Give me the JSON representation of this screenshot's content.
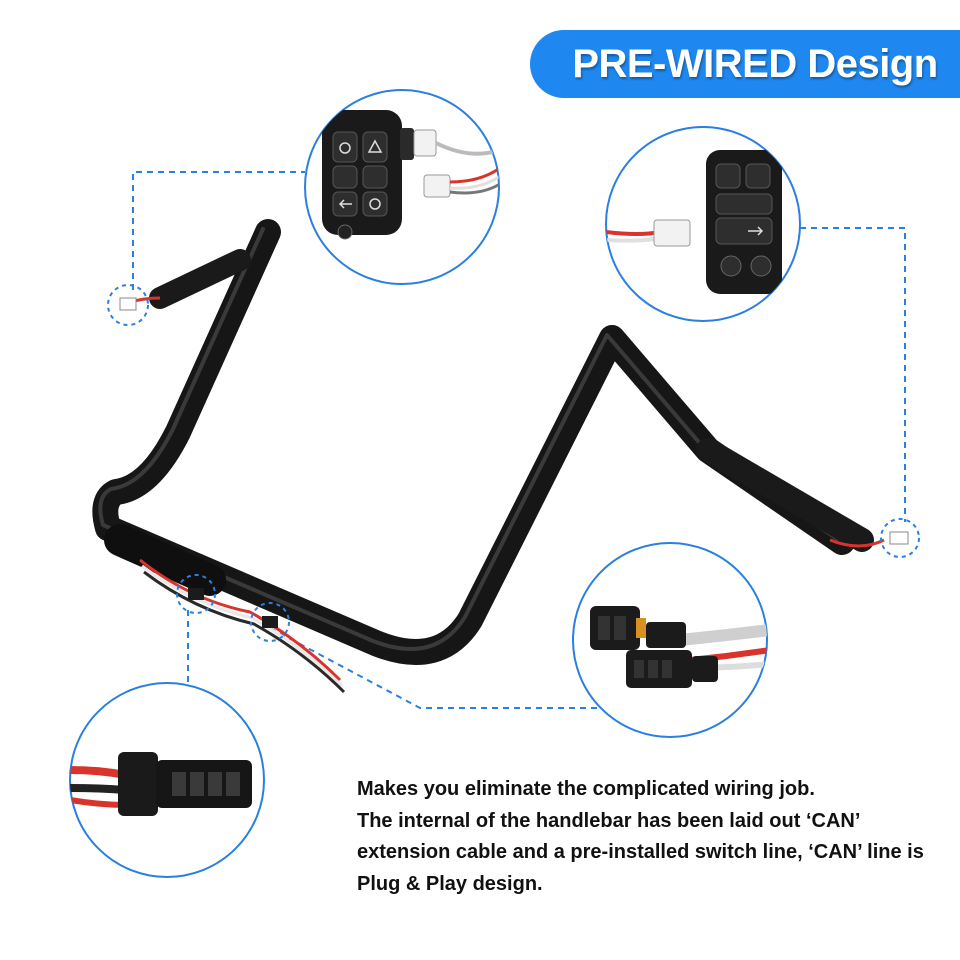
{
  "banner": {
    "title": "PRE-WIRED Design",
    "color": "#1e88f0"
  },
  "description": {
    "line1": "Makes you eliminate the complicated wiring job.",
    "line2": "The internal of the handlebar has been laid out ‘CAN’ extension cable and a pre-installed switch line, ‘CAN’ line is Plug & Play design."
  },
  "colors": {
    "accent": "#1e88f0",
    "callout_dash": "#2a7fe0",
    "handlebar": "#141414",
    "wire_red": "#d8342c",
    "wire_white": "#e8e8e8"
  },
  "icons": {
    "horn": "horn-icon",
    "turn_left": "left-arrow-icon",
    "turn_right": "right-arrow-icon",
    "hazard": "hazard-triangle-icon",
    "info": "info-icon"
  }
}
